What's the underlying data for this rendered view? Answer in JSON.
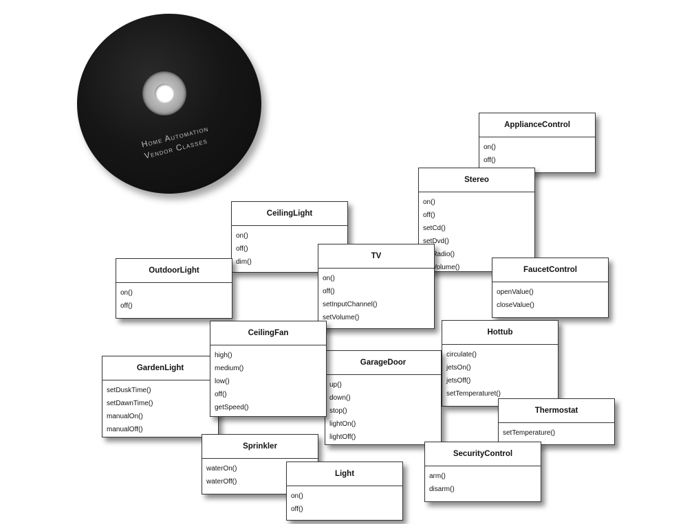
{
  "disc": {
    "label_lines": [
      "Home Automation",
      "Vendor Classes"
    ]
  },
  "classes": {
    "appliance_control": {
      "name": "ApplianceControl",
      "methods": [
        "on()",
        "off()"
      ]
    },
    "stereo": {
      "name": "Stereo",
      "methods": [
        "on()",
        "off()",
        "setCd()",
        "setDvd()",
        "setRadio()",
        "setVolume()"
      ]
    },
    "ceiling_light": {
      "name": "CeilingLight",
      "methods": [
        "on()",
        "off()",
        "dim()"
      ]
    },
    "tv": {
      "name": "TV",
      "methods": [
        "on()",
        "off()",
        "setInputChannel()",
        "setVolume()"
      ]
    },
    "outdoor_light": {
      "name": "OutdoorLight",
      "methods": [
        "on()",
        "off()"
      ]
    },
    "faucet_control": {
      "name": "FaucetControl",
      "methods": [
        "openValue()",
        "closeValue()"
      ]
    },
    "hottub": {
      "name": "Hottub",
      "methods": [
        "circulate()",
        "jetsOn()",
        "jetsOff()",
        "setTemperaturet()"
      ]
    },
    "ceiling_fan": {
      "name": "CeilingFan",
      "methods": [
        "high()",
        "medium()",
        "low()",
        "off()",
        "getSpeed()"
      ]
    },
    "garden_light": {
      "name": "GardenLight",
      "methods": [
        "setDuskTime()",
        "setDawnTime()",
        "manualOn()",
        "manualOff()"
      ]
    },
    "garage_door": {
      "name": "GarageDoor",
      "methods": [
        "up()",
        "down()",
        "stop()",
        "lightOn()",
        "lightOff()"
      ]
    },
    "thermostat": {
      "name": "Thermostat",
      "methods": [
        "setTemperature()"
      ]
    },
    "sprinkler": {
      "name": "Sprinkler",
      "methods": [
        "waterOn()",
        "waterOff()"
      ]
    },
    "security_control": {
      "name": "SecurityControl",
      "methods": [
        "arm()",
        "disarm()"
      ]
    },
    "light": {
      "name": "Light",
      "methods": [
        "on()",
        "off()"
      ]
    }
  }
}
